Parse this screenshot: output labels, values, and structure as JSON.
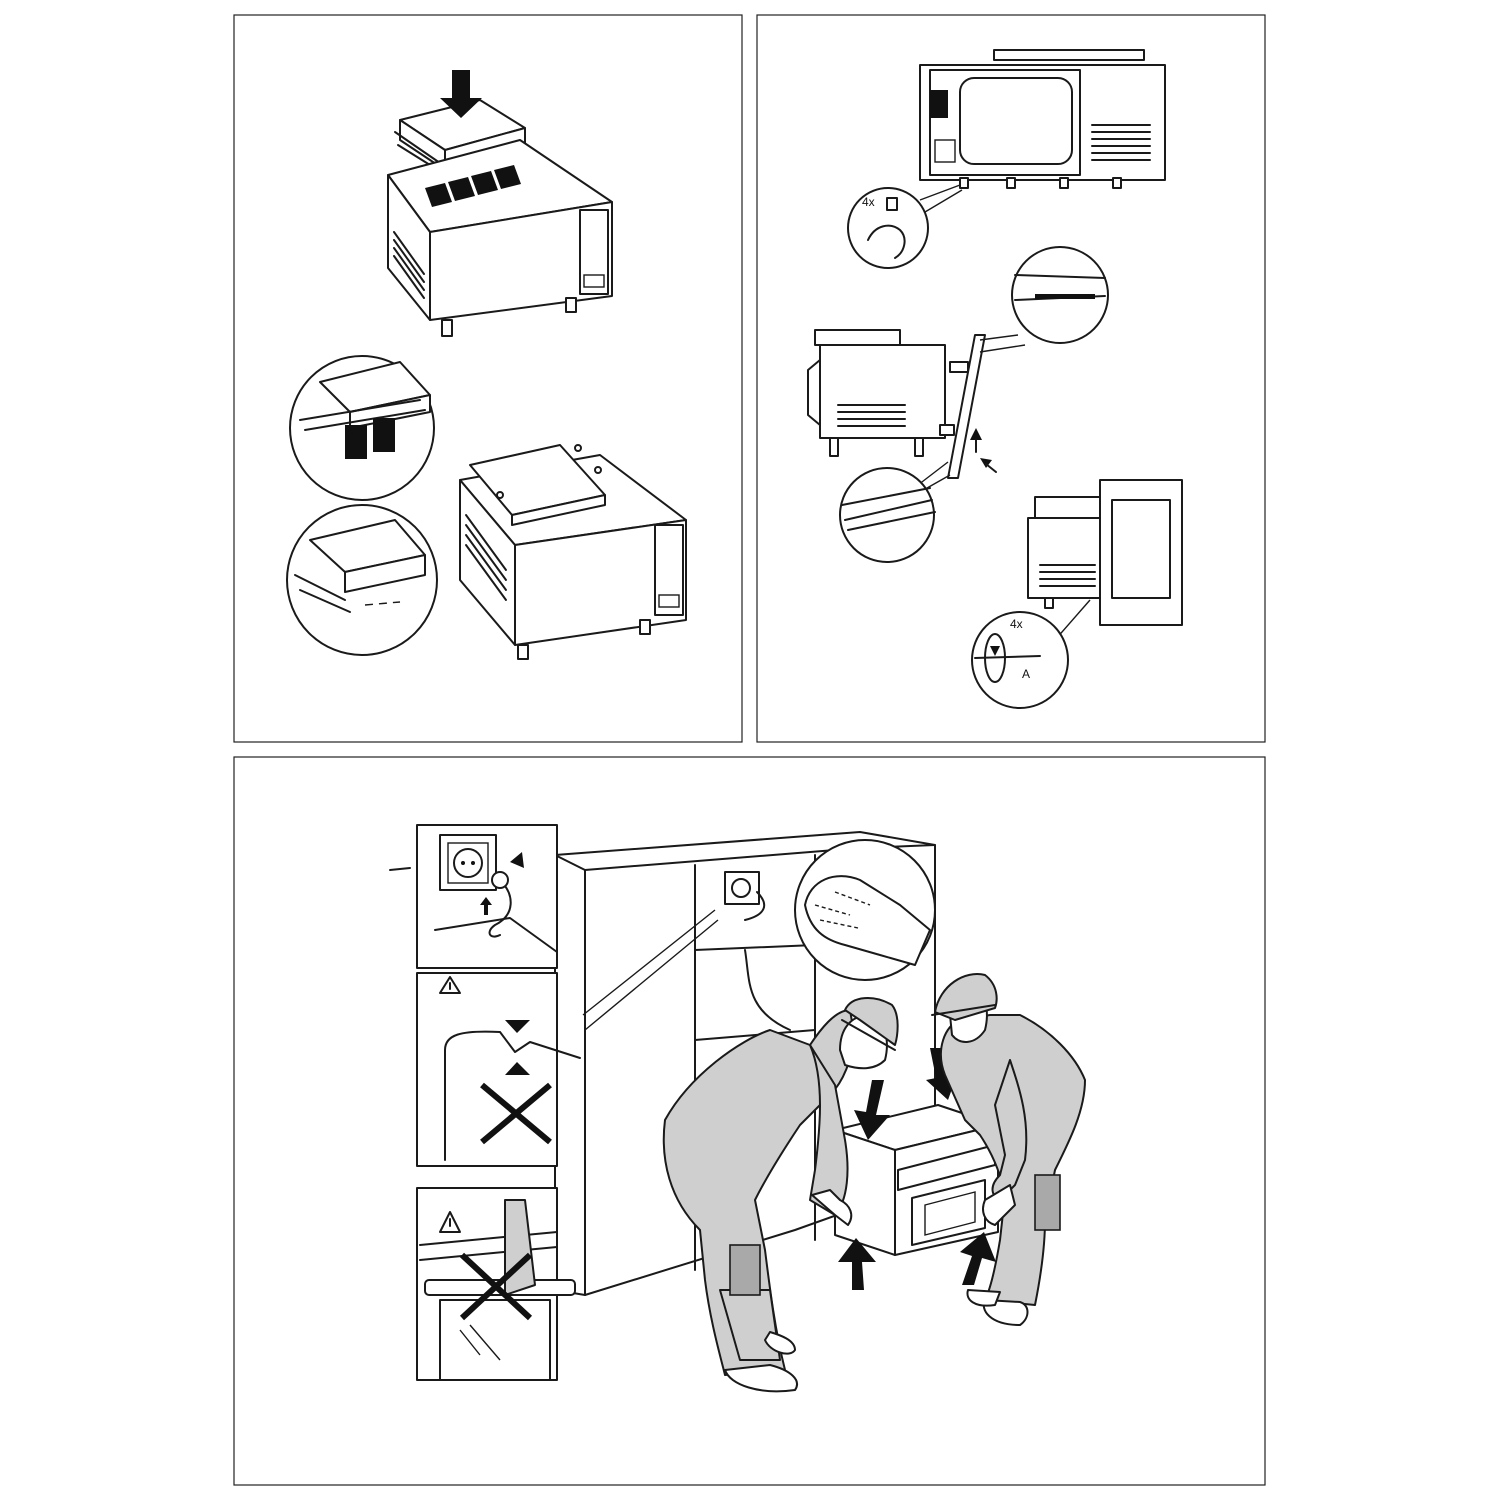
{
  "panels": [
    {
      "id": "panel-top-left",
      "content": "top-plate-mounting"
    },
    {
      "id": "panel-top-right",
      "content": "frame-and-screws"
    },
    {
      "id": "panel-bottom",
      "content": "two-person-installation"
    }
  ],
  "labels": {
    "feet_count": "4x",
    "screw_count": "4x",
    "screw_letter": "A"
  },
  "icons": [
    "arrow-icon",
    "warning-icon",
    "cross-icon",
    "socket-icon",
    "glove-icon"
  ],
  "colors": {
    "line": "#1a1a1a",
    "fill_gray": "#cfcfcf",
    "background": "#ffffff"
  }
}
